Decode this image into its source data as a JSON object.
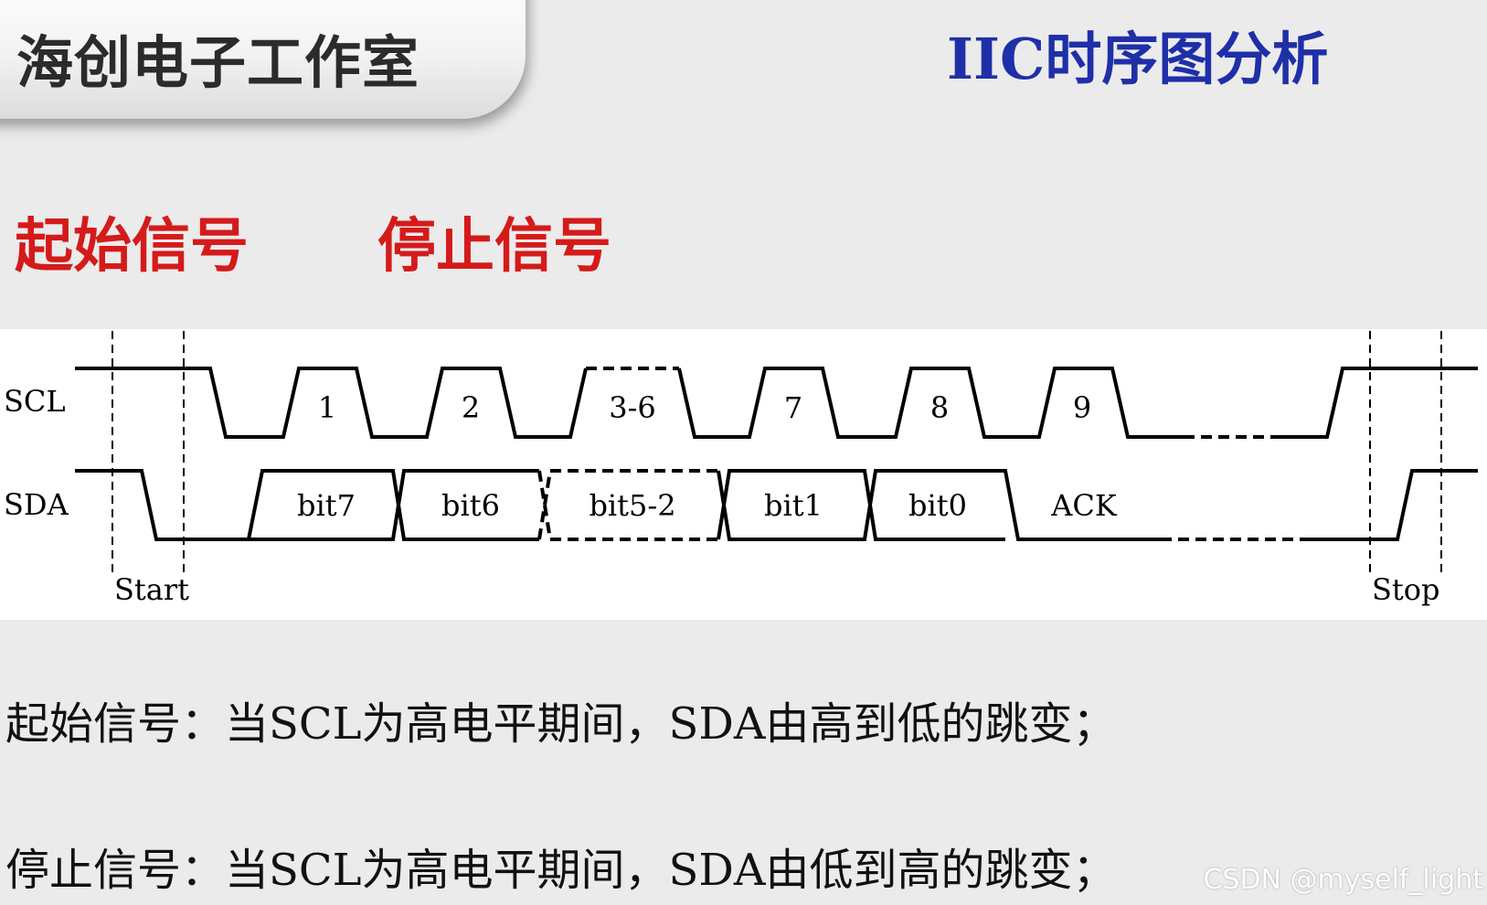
{
  "header": {
    "studio_name": "海创电子工作室",
    "title": "IIC时序图分析"
  },
  "labels": {
    "start_signal": "起始信号",
    "stop_signal": "停止信号"
  },
  "diagram": {
    "signals": {
      "scl": "SCL",
      "sda": "SDA"
    },
    "clock_labels": [
      "1",
      "2",
      "3-6",
      "7",
      "8",
      "9"
    ],
    "data_labels": [
      "bit7",
      "bit6",
      "bit5-2",
      "bit1",
      "bit0",
      "ACK"
    ],
    "markers": {
      "start": "Start",
      "stop": "Stop"
    }
  },
  "descriptions": {
    "start": "起始信号：当SCL为高电平期间，SDA由高到低的跳变；",
    "stop": "停止信号：当SCL为高电平期间，SDA由低到高的跳变；"
  },
  "watermark": "CSDN @myself_light",
  "colors": {
    "title_blue": "#1f2fa8",
    "label_red": "#d51a1a",
    "text_dark": "#2b2b2b"
  }
}
